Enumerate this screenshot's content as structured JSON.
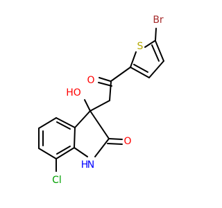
{
  "molecule": {
    "atom_labels": {
      "bromine": "Br",
      "sulfur": "S",
      "ketone_oxygen": "O",
      "hydroxyl": "HO",
      "lactam_oxygen": "O",
      "nitrogen_h": "H",
      "nitrogen": "N",
      "chlorine": "Cl"
    },
    "colors": {
      "bond": "#000000",
      "bromine": "#A52A2A",
      "sulfur": "#B5A800",
      "oxygen": "#FF0000",
      "nitrogen": "#0000FF",
      "chlorine": "#00A000"
    }
  }
}
